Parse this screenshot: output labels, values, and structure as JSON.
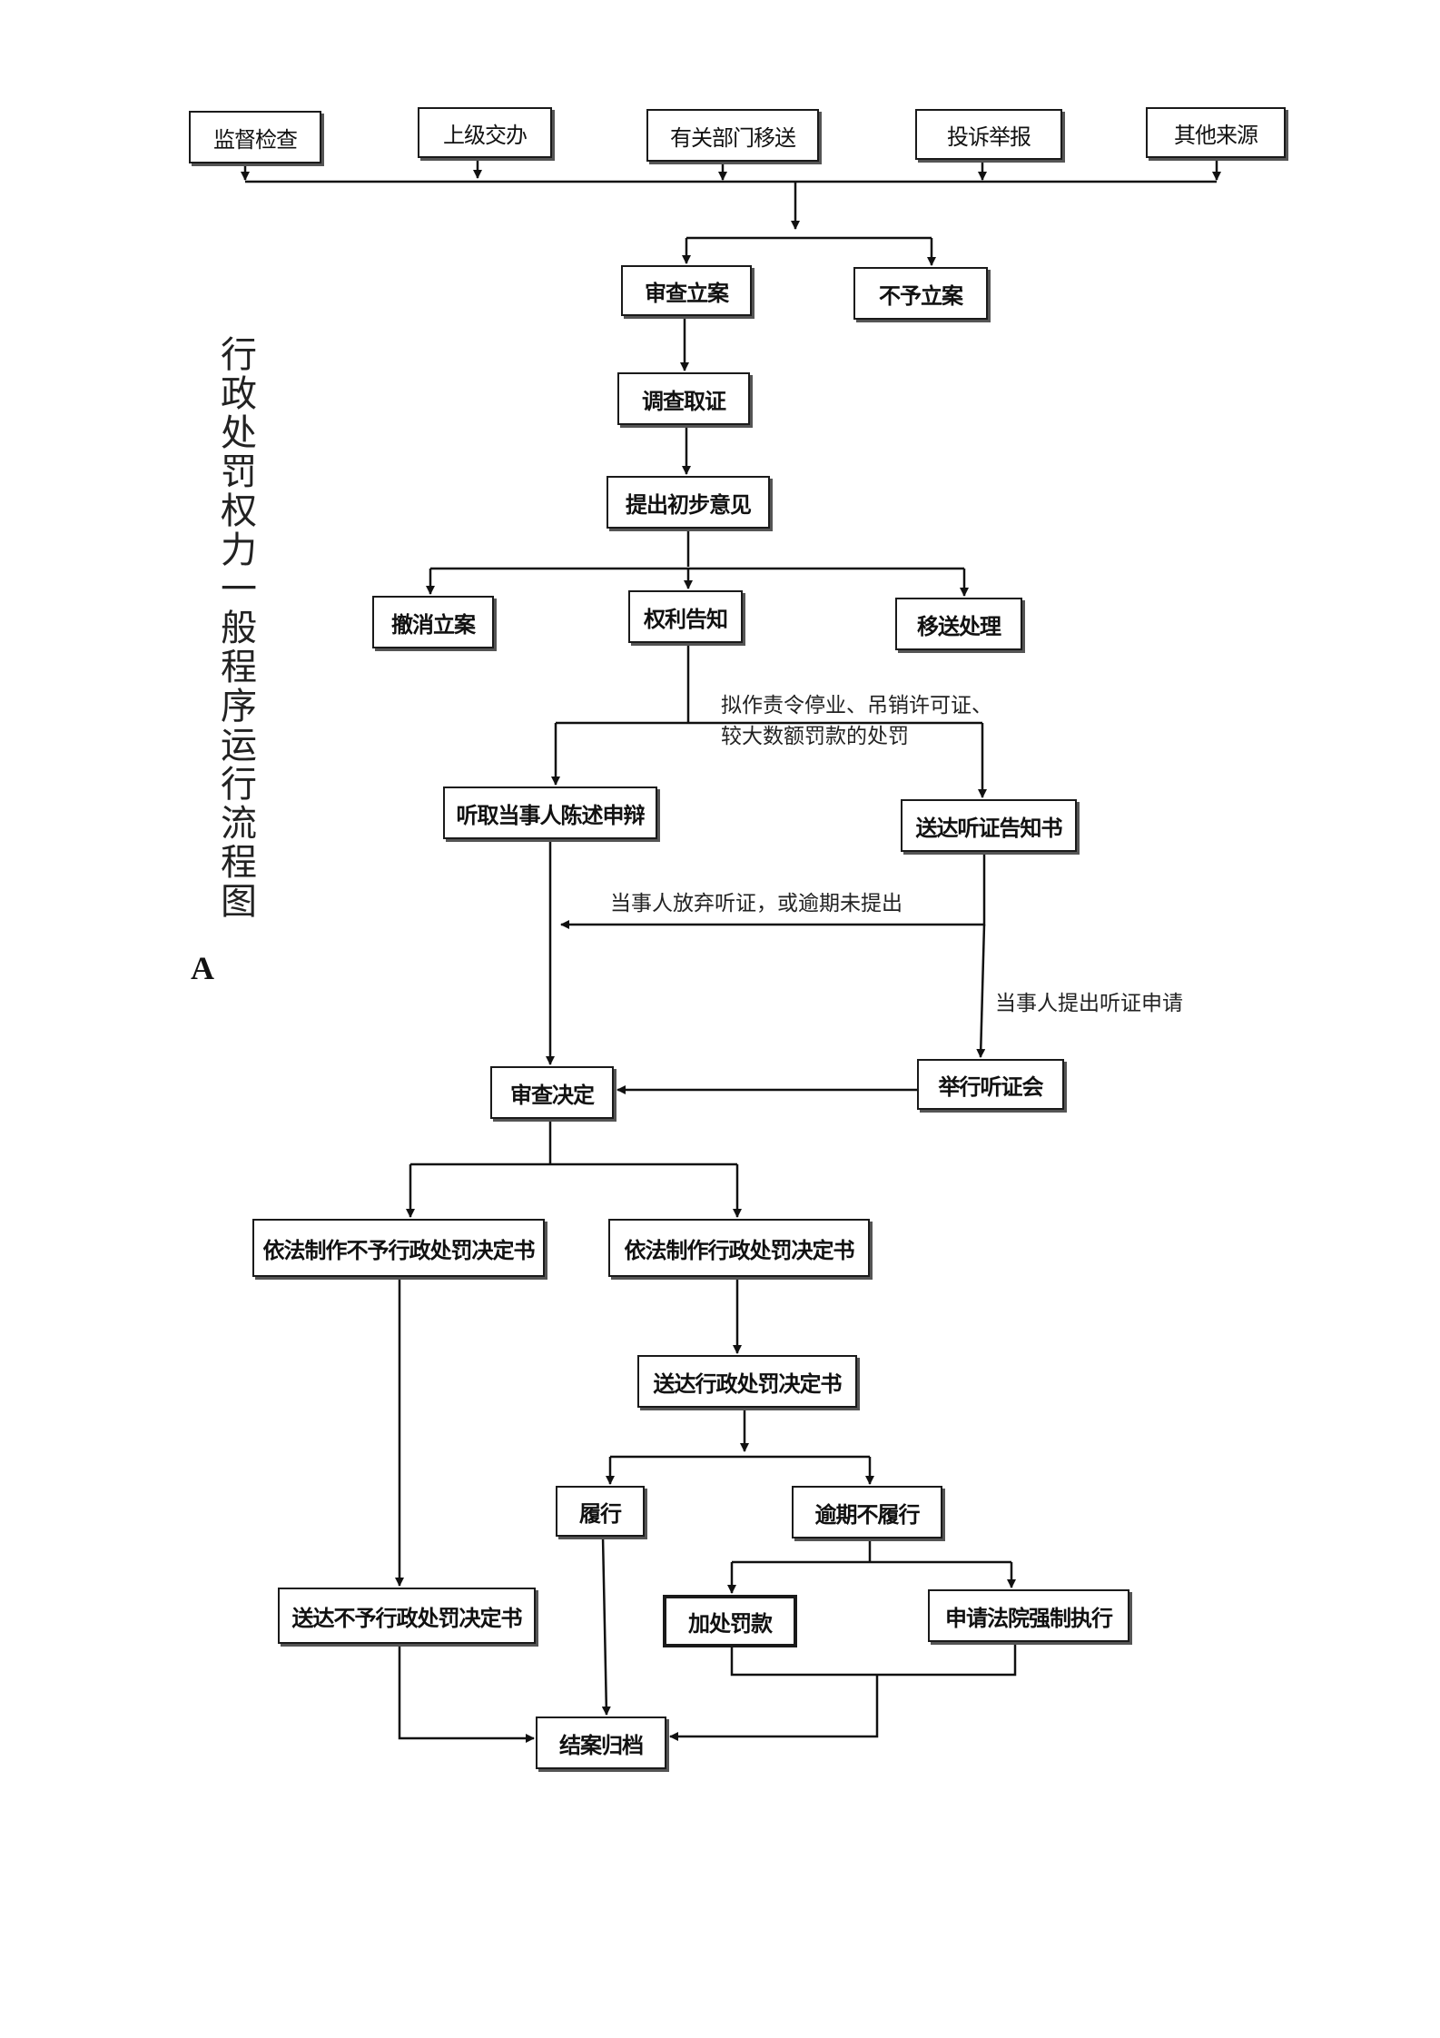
{
  "title": "行政处罚权力一般程序运行流程图",
  "figure_letter": "A",
  "nodes": {
    "source_supervision": "监督检查",
    "source_superior": "上级交办",
    "source_transfer": "有关部门移送",
    "source_complaint": "投诉举报",
    "source_other": "其他来源",
    "review_filing": "审查立案",
    "no_filing": "不予立案",
    "investigate": "调查取证",
    "preliminary_opinion": "提出初步意见",
    "cancel_filing": "撤消立案",
    "rights_notice": "权利告知",
    "transfer_handling": "移送处理",
    "hear_statement": "听取当事人陈述申辩",
    "send_hearing_notice": "送达听证告知书",
    "hold_hearing": "举行听证会",
    "review_decision": "审查决定",
    "make_no_penalty": "依法制作不予行政处罚决定书",
    "make_penalty": "依法制作行政处罚决定书",
    "deliver_penalty": "送达行政处罚决定书",
    "perform": "履行",
    "overdue": "逾期不履行",
    "deliver_no_penalty": "送达不予行政处罚决定书",
    "add_fine": "加处罚款",
    "court_enforce": "申请法院强制执行",
    "close_archive": "结案归档"
  },
  "edge_labels": {
    "severe_penalty": "拟作责令停业、吊销许可证、较大数额罚款的处罚",
    "waive_hearing": "当事人放弃听证，或逾期未提出",
    "request_hearing": "当事人提出听证申请"
  }
}
